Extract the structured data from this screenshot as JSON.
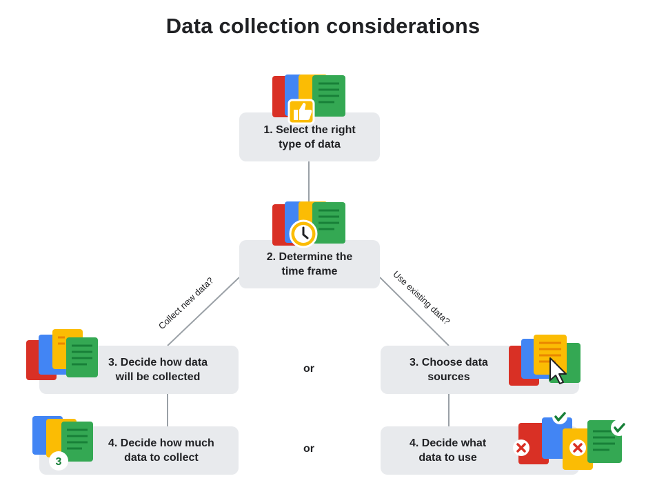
{
  "title": "Data collection considerations",
  "steps": {
    "s1": "1. Select the right\ntype of data",
    "s2": "2. Determine the\ntime frame",
    "s3_left": "3. Decide how data\nwill be collected",
    "s3_right": "3. Choose data\nsources",
    "s4_left": "4. Decide how much\ndata to collect",
    "s4_right": "4. Decide what\ndata to use"
  },
  "branches": {
    "left": "Collect new data?",
    "right": "Use existing data?"
  },
  "connectors": {
    "or_top": "or",
    "or_bottom": "or"
  },
  "badge_number": "3",
  "colors": {
    "box_fill": "#e8eaed",
    "line": "#9aa0a6",
    "red": "#d93025",
    "blue": "#4285f4",
    "yellow": "#fbbc04",
    "green": "#34a853",
    "dark_green": "#188038"
  },
  "icons": [
    "thumbs-up-icon",
    "clock-icon",
    "cursor-icon",
    "check-icon",
    "cross-icon",
    "document-stack-icon"
  ]
}
